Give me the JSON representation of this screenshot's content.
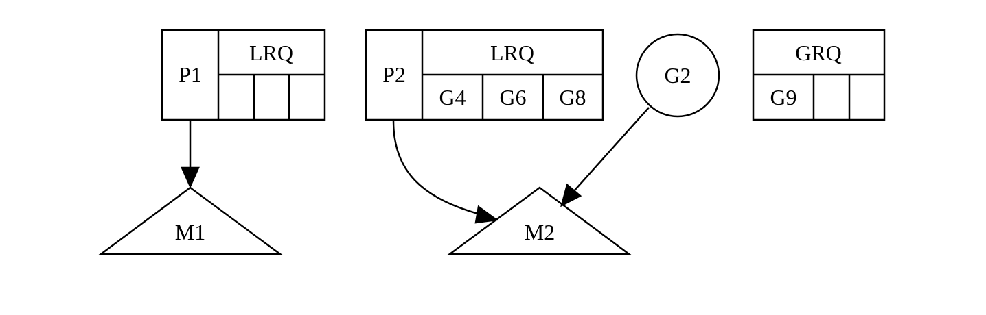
{
  "nodes": {
    "p1": {
      "proc": "P1",
      "queue_label": "LRQ",
      "slots": [
        "",
        "",
        ""
      ]
    },
    "p2": {
      "proc": "P2",
      "queue_label": "LRQ",
      "slots": [
        "G4",
        "G6",
        "G8"
      ]
    },
    "g2": {
      "label": "G2"
    },
    "grq": {
      "queue_label": "GRQ",
      "slots": [
        "G9",
        "",
        ""
      ]
    },
    "m1": {
      "label": "M1"
    },
    "m2": {
      "label": "M2"
    }
  },
  "edges": [
    {
      "from": "P1",
      "to": "M1"
    },
    {
      "from": "P2",
      "to": "M2"
    },
    {
      "from": "G2",
      "to": "M2"
    }
  ]
}
